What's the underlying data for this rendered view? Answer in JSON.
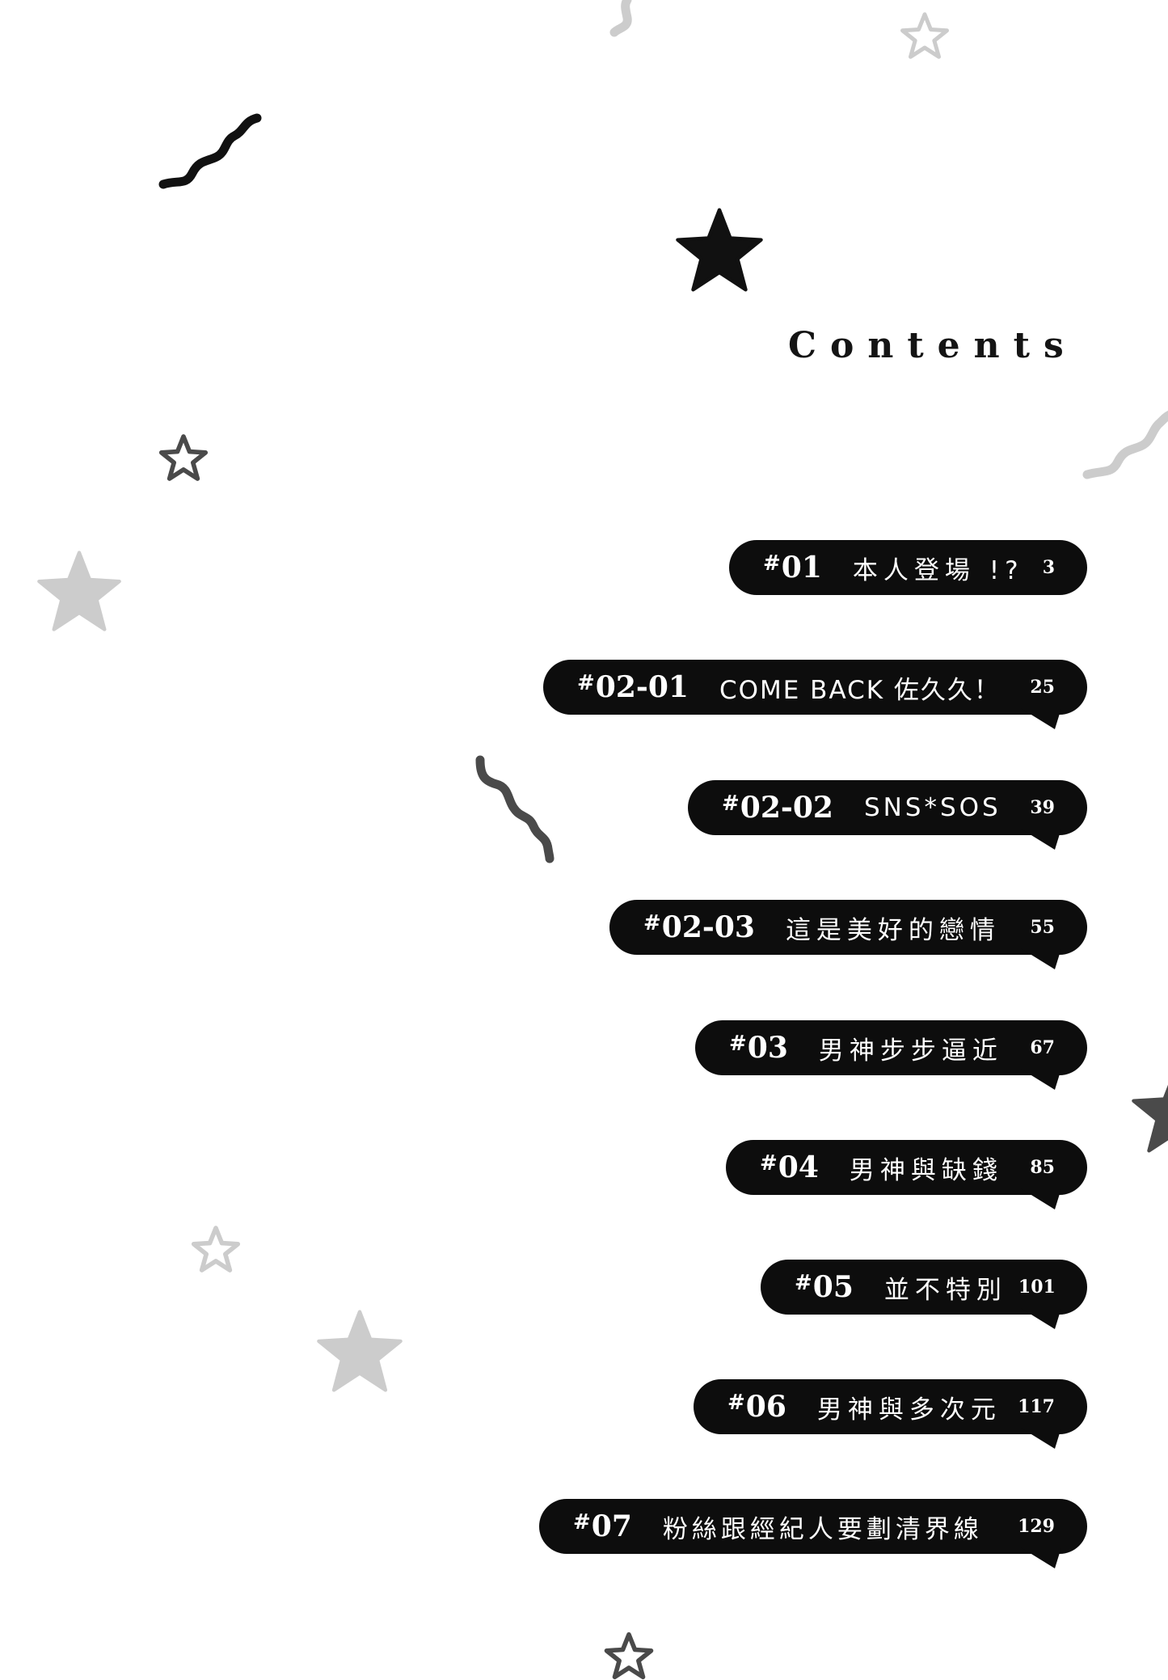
{
  "page": {
    "title": "Contents",
    "background": "#ffffff",
    "pill_color": "#0d0d0d"
  },
  "toc": [
    {
      "hash": "#",
      "number": "01",
      "title": "本人登場 !?",
      "page": "3"
    },
    {
      "hash": "#",
      "number": "02-01",
      "title": "COME BACK 佐久久！",
      "page": "25"
    },
    {
      "hash": "#",
      "number": "02-02",
      "title": "SNS*SOS",
      "page": "39"
    },
    {
      "hash": "#",
      "number": "02-03",
      "title": "這是美好的戀情",
      "page": "55"
    },
    {
      "hash": "#",
      "number": "03",
      "title": "男神步步逼近",
      "page": "67"
    },
    {
      "hash": "#",
      "number": "04",
      "title": "男神與缺錢",
      "page": "85"
    },
    {
      "hash": "#",
      "number": "05",
      "title": "並不特別",
      "page": "101"
    },
    {
      "hash": "#",
      "number": "06",
      "title": "男神與多次元",
      "page": "117"
    },
    {
      "hash": "#",
      "number": "07",
      "title": "粉絲跟經紀人要劃清界線",
      "page": "129"
    }
  ],
  "decorations": {
    "colors": {
      "black": "#111111",
      "dark_gray": "#4a4a4a",
      "light_gray": "#cccccc"
    }
  }
}
